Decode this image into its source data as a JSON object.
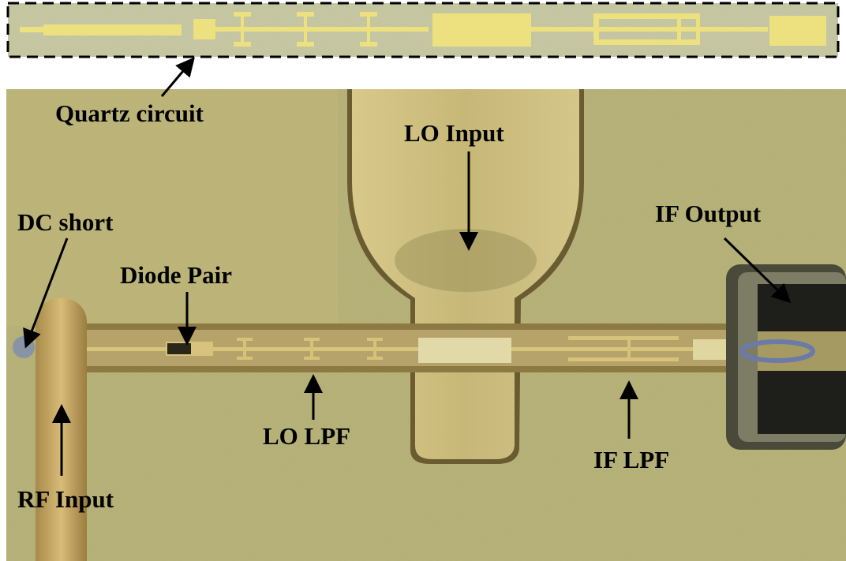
{
  "figure": {
    "labels": {
      "quartz_circuit": "Quartz circuit",
      "lo_input": "LO Input",
      "dc_short": "DC short",
      "diode_pair": "Diode Pair",
      "if_output": "IF Output",
      "lo_lpf": "LO LPF",
      "if_lpf": "IF LPF",
      "rf_input": "RF Input"
    }
  }
}
